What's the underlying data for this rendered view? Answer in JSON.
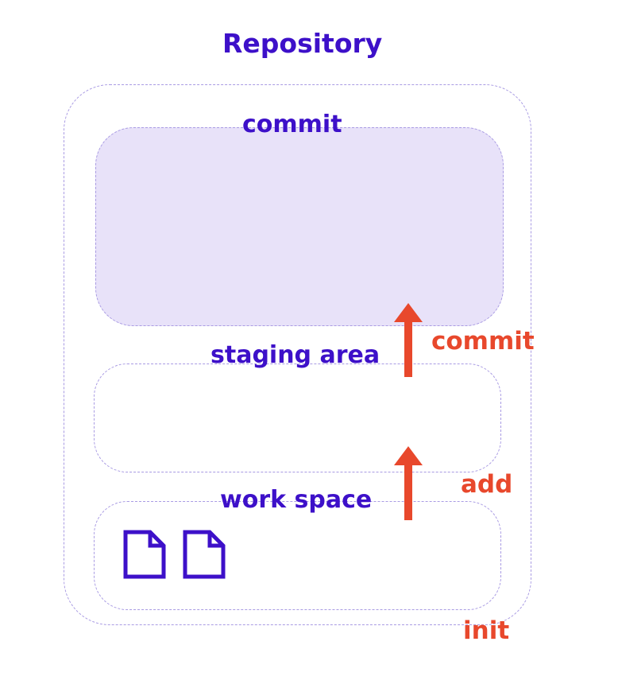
{
  "diagram": {
    "title": "Repository",
    "areas": {
      "commit": "commit",
      "staging": "staging area",
      "workspace": "work space"
    },
    "actions": {
      "commit": "commit",
      "add": "add",
      "init": "init"
    },
    "colors": {
      "area_label": "#3d10c9",
      "action_label": "#e8482c",
      "dashed_border": "#a99be3",
      "commit_fill": "#e8e2f9"
    },
    "icons": [
      "file-icon",
      "file-icon",
      "up-arrow-icon",
      "up-arrow-icon"
    ]
  }
}
